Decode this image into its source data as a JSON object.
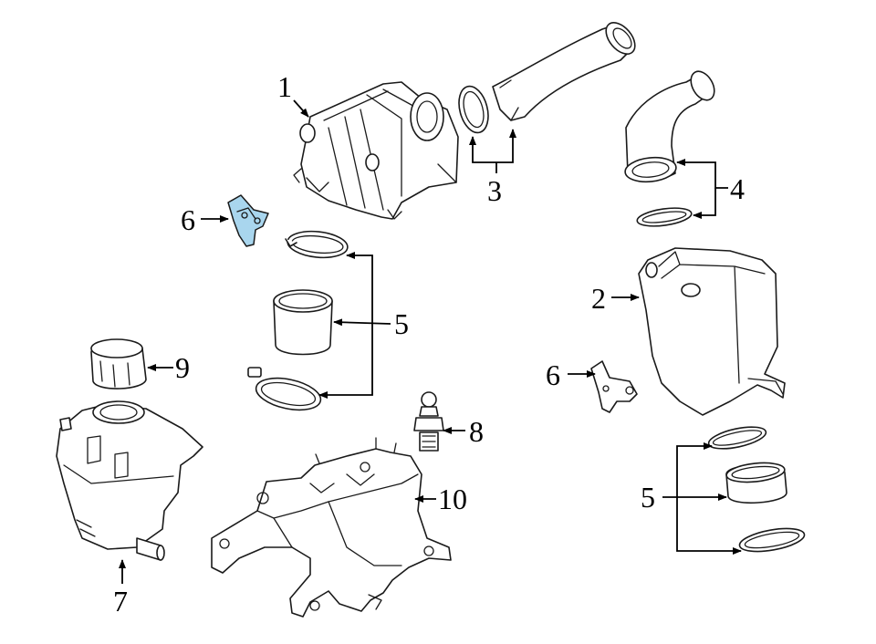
{
  "callouts": {
    "c1": "1",
    "c2": "2",
    "c3": "3",
    "c4": "4",
    "c5_mid": "5",
    "c5_right": "5",
    "c6_left": "6",
    "c6_right": "6",
    "c7": "7",
    "c8": "8",
    "c9": "9",
    "c10": "10"
  },
  "colors": {
    "highlight": "#a9d6ee",
    "line": "#1a1a1a",
    "background": "#ffffff"
  },
  "parts": [
    {
      "callout": "1",
      "name": "intercooler-housing-icon"
    },
    {
      "callout": "2",
      "name": "intercooler-icon"
    },
    {
      "callout": "3",
      "name": "intake-hose-with-clamp-icon"
    },
    {
      "callout": "4",
      "name": "hose-with-clamp-icon"
    },
    {
      "callout": "5",
      "name": "coupling-and-clamps-icon"
    },
    {
      "callout": "6",
      "name": "mounting-bracket-icon"
    },
    {
      "callout": "7",
      "name": "coolant-reservoir-icon"
    },
    {
      "callout": "8",
      "name": "sensor-icon"
    },
    {
      "callout": "9",
      "name": "reservoir-cap-icon"
    },
    {
      "callout": "10",
      "name": "support-bracket-icon"
    }
  ]
}
